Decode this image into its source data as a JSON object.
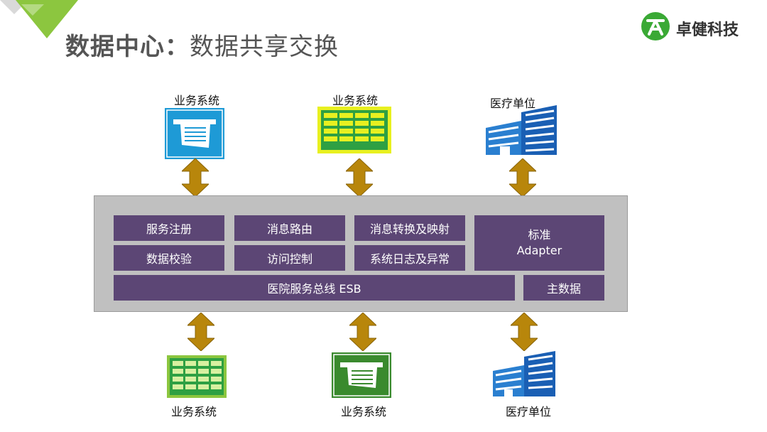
{
  "header": {
    "title_main": "数据中心",
    "title_sep": "：",
    "title_sub": "数据共享交换",
    "brand_name": "卓健科技",
    "brand_color": "#3aa935"
  },
  "colors": {
    "accent_green": "#8cc63f",
    "module_purple": "#5c4675",
    "panel_gray": "#c0c0c0",
    "arrow_gold": "#b8860b"
  },
  "top_nodes": [
    {
      "label": "业务系统",
      "icon": "cash-terminal-icon"
    },
    {
      "label": "业务系统",
      "icon": "green-grid-icon"
    },
    {
      "label": "医疗单位",
      "icon": "building-icon"
    }
  ],
  "bottom_nodes": [
    {
      "label": "业务系统",
      "icon": "green-grid-icon"
    },
    {
      "label": "业务系统",
      "icon": "cash-terminal-icon"
    },
    {
      "label": "医疗单位",
      "icon": "building-icon"
    }
  ],
  "esb": {
    "modules": {
      "service_registry": "服务注册",
      "message_routing": "消息路由",
      "message_transform": "消息转换及映射",
      "data_validation": "数据校验",
      "access_control": "访问控制",
      "system_log": "系统日志及异常",
      "adapter_line1": "标准",
      "adapter_line2": "Adapter",
      "bus": "医院服务总线 ESB",
      "master_data": "主数据"
    }
  }
}
